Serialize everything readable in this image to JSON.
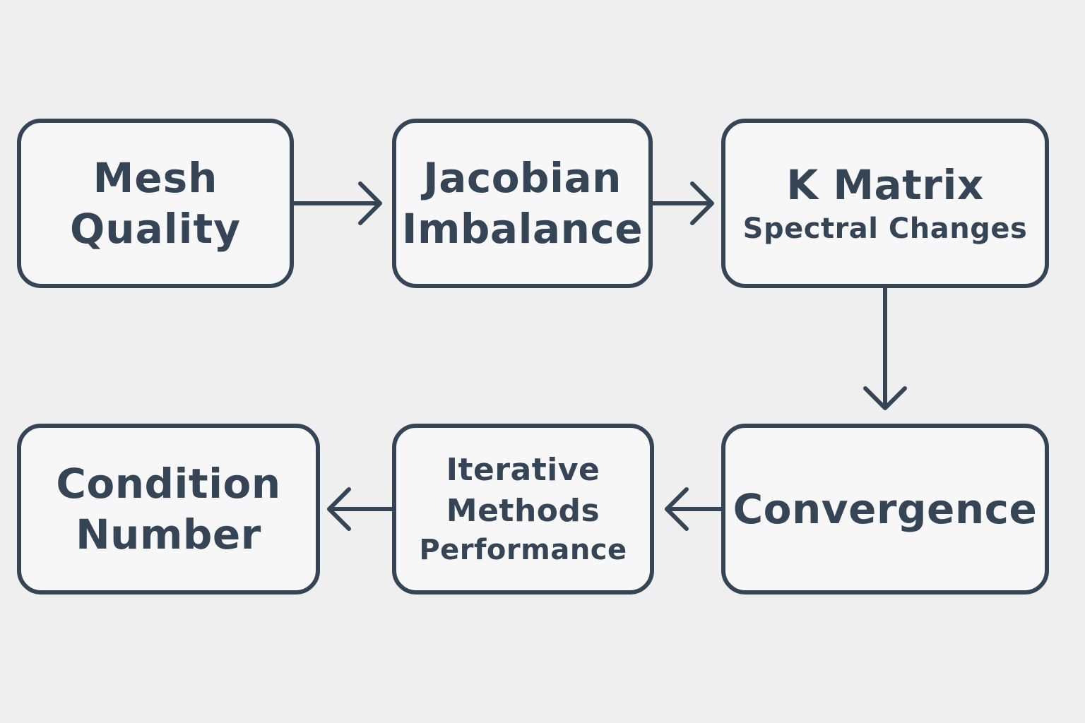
{
  "diagram": {
    "nodes": {
      "mesh_quality": {
        "lines": [
          "Mesh",
          "Quality"
        ]
      },
      "jacobian_imbalance": {
        "lines": [
          "Jacobian",
          "Imbalance"
        ]
      },
      "k_matrix": {
        "lines": [
          "K Matrix",
          "Spectral Changes"
        ]
      },
      "convergence": {
        "lines": [
          "Convergence"
        ]
      },
      "iterative_methods": {
        "lines": [
          "Iterative",
          "Methods",
          "Performance"
        ]
      },
      "condition_number": {
        "lines": [
          "Condition",
          "Number"
        ]
      }
    },
    "edges": [
      {
        "from": "Mesh Quality",
        "to": "Jacobian Imbalance"
      },
      {
        "from": "Jacobian Imbalance",
        "to": "K Matrix Spectral Changes"
      },
      {
        "from": "K Matrix Spectral Changes",
        "to": "Convergence"
      },
      {
        "from": "Convergence",
        "to": "Iterative Methods Performance"
      },
      {
        "from": "Iterative Methods Performance",
        "to": "Condition Number"
      }
    ],
    "colors": {
      "stroke": "#364556",
      "node_fill": "#f7f7f7",
      "background": "#efefef"
    }
  }
}
